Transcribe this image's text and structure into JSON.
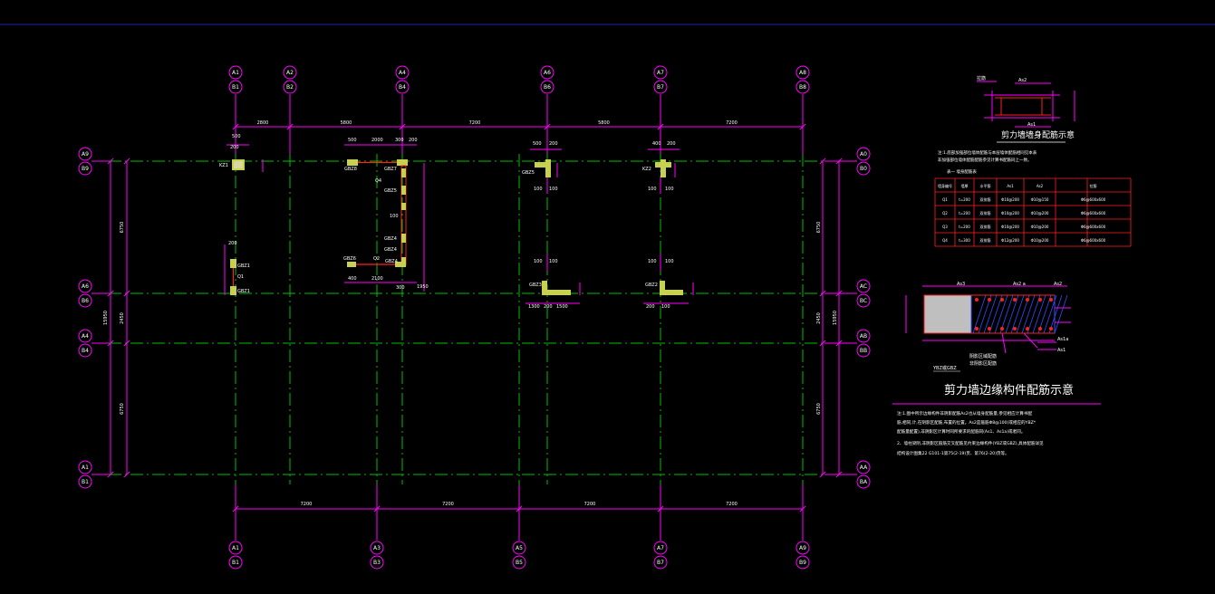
{
  "colors": {
    "background": "#000000",
    "axis_line": "#00c000",
    "dimension": "#ff00ff",
    "text": "#ffffff",
    "wall_fill": "#c8d050",
    "column_fill": "#bfbfbf",
    "rebar": "#ff2020",
    "hatch": "#3050ff",
    "top_rule": "#2020c0"
  },
  "grid": {
    "top_x_labels": [
      [
        "A1",
        "B1"
      ],
      [
        "A2",
        "B2"
      ],
      [
        "A4",
        "B4"
      ],
      [
        "A6",
        "B6"
      ],
      [
        "A7",
        "B7"
      ],
      [
        "A8",
        "B8"
      ]
    ],
    "bottom_x_labels": [
      [
        "A1",
        "B1"
      ],
      [
        "A3",
        "B3"
      ],
      [
        "A5",
        "B5"
      ],
      [
        "A7",
        "B7"
      ],
      [
        "A9",
        "B9"
      ]
    ],
    "left_y_labels": [
      [
        "A9",
        "B9"
      ],
      [
        "A6",
        "B6"
      ],
      [
        "A4",
        "B4"
      ],
      [
        "A1",
        "B1"
      ]
    ],
    "right_y_labels": [
      [
        "A0",
        "B0"
      ],
      [
        "AC",
        "BC"
      ],
      [
        "AB",
        "BB"
      ],
      [
        "AA",
        "BA"
      ]
    ]
  },
  "dimensions": {
    "top_spans": [
      "2800",
      "5800",
      "7200",
      "5800",
      "7200"
    ],
    "bottom_spans": [
      "7200",
      "7200",
      "7200",
      "7200"
    ],
    "left_spans": [
      "6750",
      "2450",
      "6750"
    ],
    "left_total": "15950",
    "right_spans": [
      "6750",
      "2450",
      "6750"
    ],
    "right_total": "15950"
  },
  "members": {
    "kz1": "KZ1",
    "kz2": "KZ2",
    "gbz1": "GBZ1",
    "gbz2": "GBZ2",
    "gbz3": "GBZ3",
    "gbz4": "GBZ4",
    "gbz5": "GBZ5",
    "gbz6": "GBZ6",
    "gbz7": "GBZ7",
    "gbz8": "GBZ8",
    "q1": "Q1",
    "q2": "Q2",
    "q4": "Q4"
  },
  "local_dims": {
    "d500": "500",
    "d200": "200",
    "d2000": "2000",
    "d300": "300",
    "d100": "100",
    "d400": "400",
    "d2100": "2100",
    "d1300": "1300",
    "d1500": "1500",
    "d1950": "1950"
  },
  "wall_section": {
    "title": "剪力墙墙身配筋示意",
    "as2": "As2",
    "as1": "As1",
    "tie": "拉筋",
    "note1": "注:1.底部加强部位墙体配筋与本层墙体配筋相同见本表",
    "note2": "非加强部位墙体配筋配筋参见计算书配筋同上一致。",
    "table_title": "表一  墙身配筋表",
    "table_headers": [
      "墙身编号",
      "墙厚",
      "水平筋",
      "As1",
      "As2",
      "拉筋"
    ],
    "table_rows": [
      [
        "Q1",
        "t=200",
        "双排筋",
        "Φ10@200",
        "Φ10@150",
        "Φ6@600x600"
      ],
      [
        "Q2",
        "t=200",
        "双排筋",
        "Φ10@200",
        "Φ10@200",
        "Φ6@600x600"
      ],
      [
        "Q3",
        "t=200",
        "双排筋",
        "Φ10@200",
        "Φ10@200",
        "Φ6@600x600"
      ],
      [
        "Q4",
        "t=300",
        "双排筋",
        "Φ12@200",
        "Φ10@200",
        "Φ6@600x600"
      ]
    ]
  },
  "edge_section": {
    "title": "剪力墙边缘构件配筋示意",
    "as3": "As3",
    "as2a": "As2 a",
    "as2": "As2",
    "as1a": "As1a",
    "as1": "As1",
    "member": "YBZ或GBZ",
    "zone1": "阴影区域配筋",
    "zone2": "非阴影区配筋",
    "note1": "注:1.图中所示边缘构件非阴影配筋As2也从墙身配筋量,参见相应计算书配",
    "note2": "筋,相同,计,在阴影区配筋,布置的位置。As2是箍筋Φ8@100(或相应的YBZ*",
    "note3": "配筋量配置),非阴影区计算时同所要求的配筋同(As1、As1a)或者同。",
    "note4": "2、墙柱梁阴,非阴影区箍筋交叉配筋见约束边缘构件(YBZ或GBZ),具体配筋详见",
    "note5": "结构设计图集22 G101-1第75(2-19)页、第76(2-20)页等。"
  }
}
